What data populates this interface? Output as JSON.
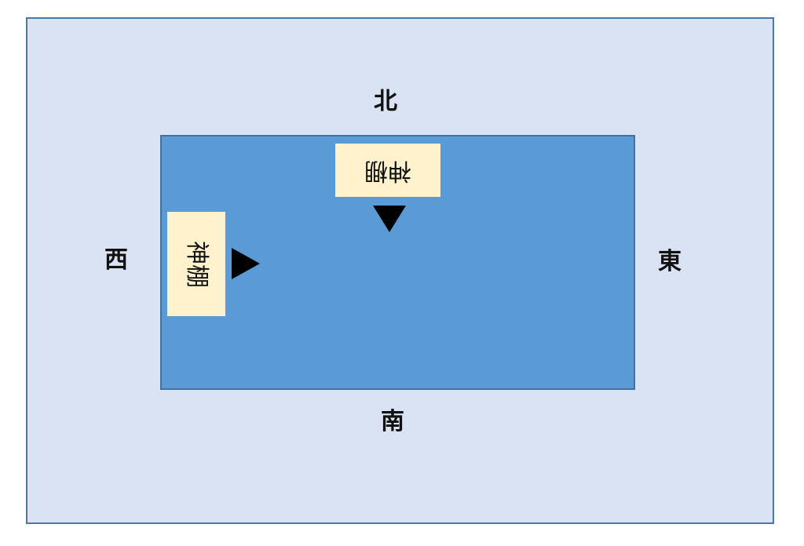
{
  "directions": {
    "north": "北",
    "south": "南",
    "east": "東",
    "west": "西"
  },
  "shelves": {
    "north_label": "神棚",
    "west_label": "神棚"
  },
  "colors": {
    "outer_fill": "#dae3f3",
    "room_fill": "#5b9bd5",
    "shelf_fill": "#fff2cc",
    "arrow": "#000000"
  }
}
